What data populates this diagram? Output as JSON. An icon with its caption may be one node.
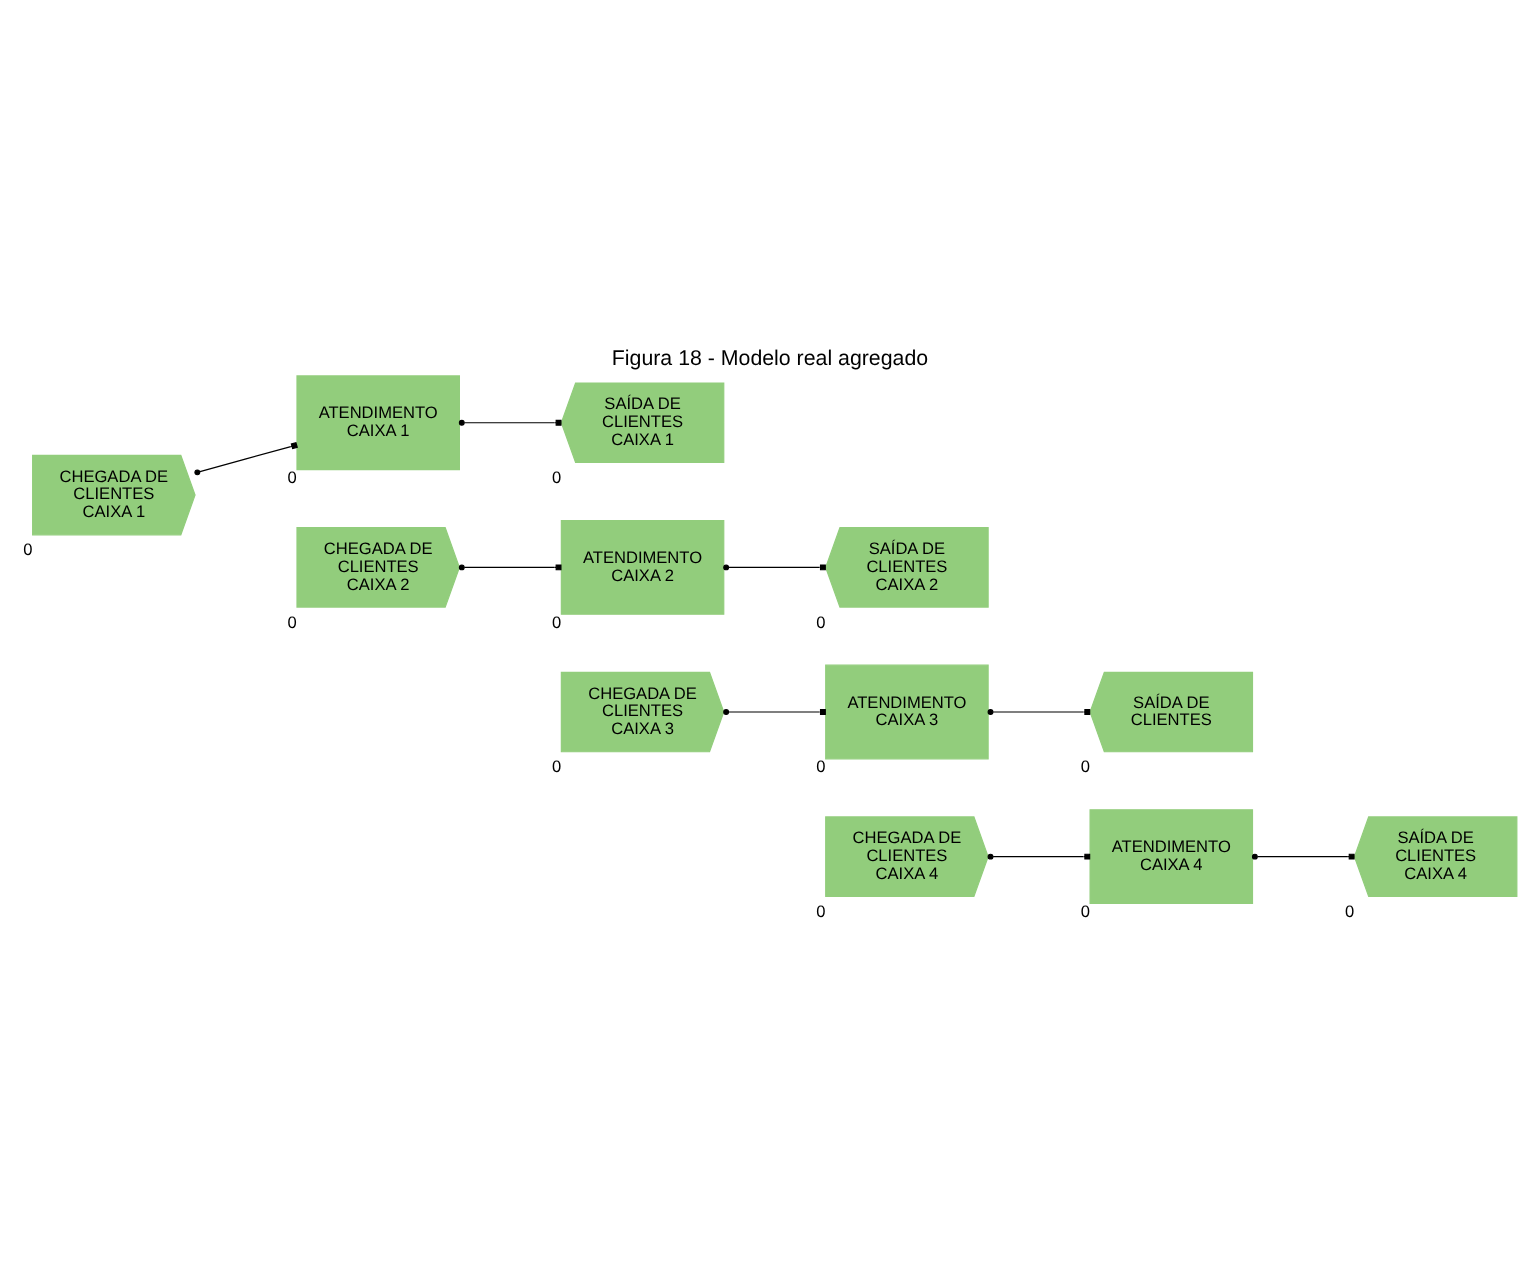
{
  "diagram": {
    "title": "Figura 18 - Modelo real agregado",
    "nodes": [
      {
        "text": [
          "CHEGADA DE CLIENTES CAIXA 1"
        ],
        "beside": [
          "0"
        ]
      },
      {
        "text": [
          "ATENDIMENTO CAIXA 1"
        ],
        "beside": [
          "0"
        ]
      },
      {
        "text": [
          "SAÍDA DE CLIENTES CAIXA 1"
        ],
        "beside": [
          "0"
        ]
      },
      {
        "text": [
          "CHEGADA DE CLIENTES CAIXA 2"
        ],
        "beside": [
          "0"
        ]
      },
      {
        "text": [
          "ATENDIMENTO CAIXA 2"
        ],
        "beside": [
          "0"
        ]
      },
      {
        "text": [
          "SAÍDA DE CLIENTES CAIXA 2"
        ],
        "beside": [
          "0"
        ]
      },
      {
        "text": [
          "CHEGADA DE CLIENTES CAIXA 3"
        ],
        "beside": [
          "0"
        ]
      },
      {
        "text": [
          "ATENDIMENTO CAIXA 3"
        ],
        "beside": [
          "0"
        ]
      },
      {
        "text": [
          "SAÍDA DE CLIENTES"
        ],
        "beside": [
          "0"
        ]
      },
      {
        "text": [
          "CHEGADA DE CLIENTES CAIXA 4"
        ],
        "beside": [
          "0"
        ]
      },
      {
        "text": [
          "ATENDIMENTO CAIXA 4"
        ],
        "beside": [
          "0"
        ]
      },
      {
        "text": [
          "SAÍDA DE CLIENTES CAIXA 4"
        ],
        "beside": [
          "0"
        ]
      }
    ],
    "edges": [
      {
        "from": 0,
        "to": 1,
        "arrow": "other"
      },
      {
        "from": 1,
        "to": 2,
        "arrow": "other"
      },
      {
        "from": 3,
        "to": 4,
        "arrow": "other"
      },
      {
        "from": 4,
        "to": 5,
        "arrow": "other"
      },
      {
        "from": 6,
        "to": 7,
        "arrow": "other"
      },
      {
        "from": 7,
        "to": 8,
        "arrow": "other"
      },
      {
        "from": 9,
        "to": 10,
        "arrow": "other"
      },
      {
        "from": 10,
        "to": 11,
        "arrow": "other"
      }
    ]
  }
}
